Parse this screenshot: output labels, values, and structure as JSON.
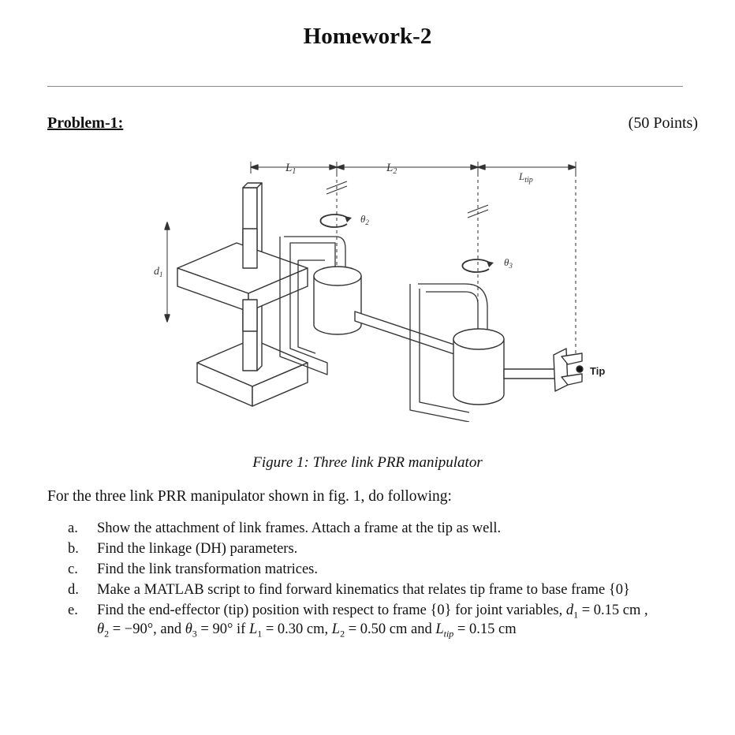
{
  "header": {
    "title": "Homework-2"
  },
  "problem": {
    "label": "Problem-1:",
    "points": "(50 Points)"
  },
  "figure": {
    "labels": {
      "L1": "L",
      "L2": "L",
      "Ltip": "L",
      "d1": "d",
      "theta2": "θ",
      "theta3": "θ",
      "tip": "Tip"
    },
    "caption": "Figure 1: Three link PRR manipulator"
  },
  "body": {
    "intro": "For the three link PRR manipulator shown in fig. 1, do following:",
    "tasks": [
      {
        "marker": "a.",
        "text": "Show the attachment of link frames. Attach a frame at the tip as well."
      },
      {
        "marker": "b.",
        "text": "Find the linkage (DH) parameters."
      },
      {
        "marker": "c.",
        "text": "Find the link transformation matrices."
      },
      {
        "marker": "d.",
        "text": "Make a MATLAB script to find forward kinematics that relates tip frame to base frame {0}"
      },
      {
        "marker": "e.",
        "line1": "Find the end-effector (tip) position with respect to frame {0} for joint variables,",
        "d1": "= 0.15 cm ,",
        "theta2": "= −90°, and",
        "theta3": "= 90° if",
        "L1": "= 0.30 cm,",
        "L2": "= 0.50 cm and",
        "Ltip": "= 0.15 cm"
      }
    ]
  }
}
